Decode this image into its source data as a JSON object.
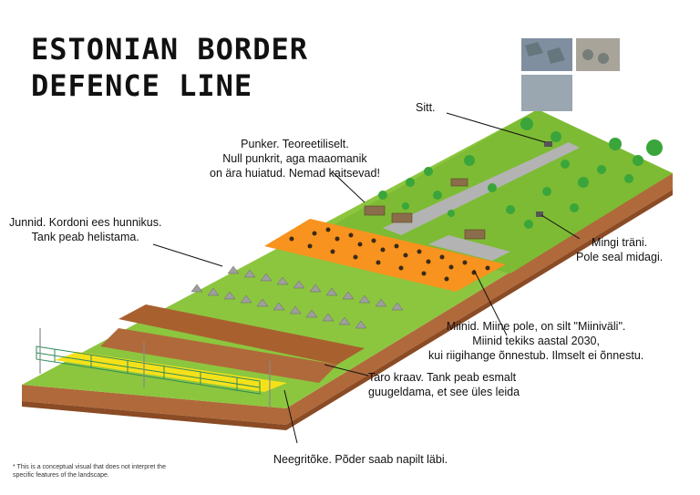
{
  "title": {
    "line1": "ESTONIAN BORDER",
    "line2": "DEFENCE LINE"
  },
  "annotations": {
    "sitt": "Sitt.",
    "punker": [
      "Punker. Teoreetiliselt.",
      "Null punkrit, aga maaomanik",
      "on ära huiatud. Nemad kaitsevad!"
    ],
    "junnid": [
      "Junnid. Kordoni ees hunnikus.",
      "Tank peab helistama."
    ],
    "trani": [
      "Mingi träni.",
      "Pole seal midagi."
    ],
    "miinid": [
      "Miinid. Miine pole, on silt \"Miiniväli\".",
      "Miinid tekiks aastal 2030,",
      "kui riigihange õnnestub. Ilmselt ei õnnestu."
    ],
    "kraav": [
      "Taro kraav. Tank peab esmalt",
      "guugeldama, et see üles leida"
    ],
    "neegritoke": "Neegritõke. Põder  saab napilt läbi."
  },
  "footnote": [
    "*   This is a conceptual visual that does not interpret the",
    "     specific features of the landscape."
  ],
  "colors": {
    "grass": "#8cc63f",
    "grass_dark": "#5e9b2a",
    "soil": "#b0693a",
    "soil_dark": "#8a4b25",
    "mines": "#f7931e",
    "road": "#b3b3b3",
    "fence": "#2e8b57",
    "yellow": "#f5e11a"
  }
}
